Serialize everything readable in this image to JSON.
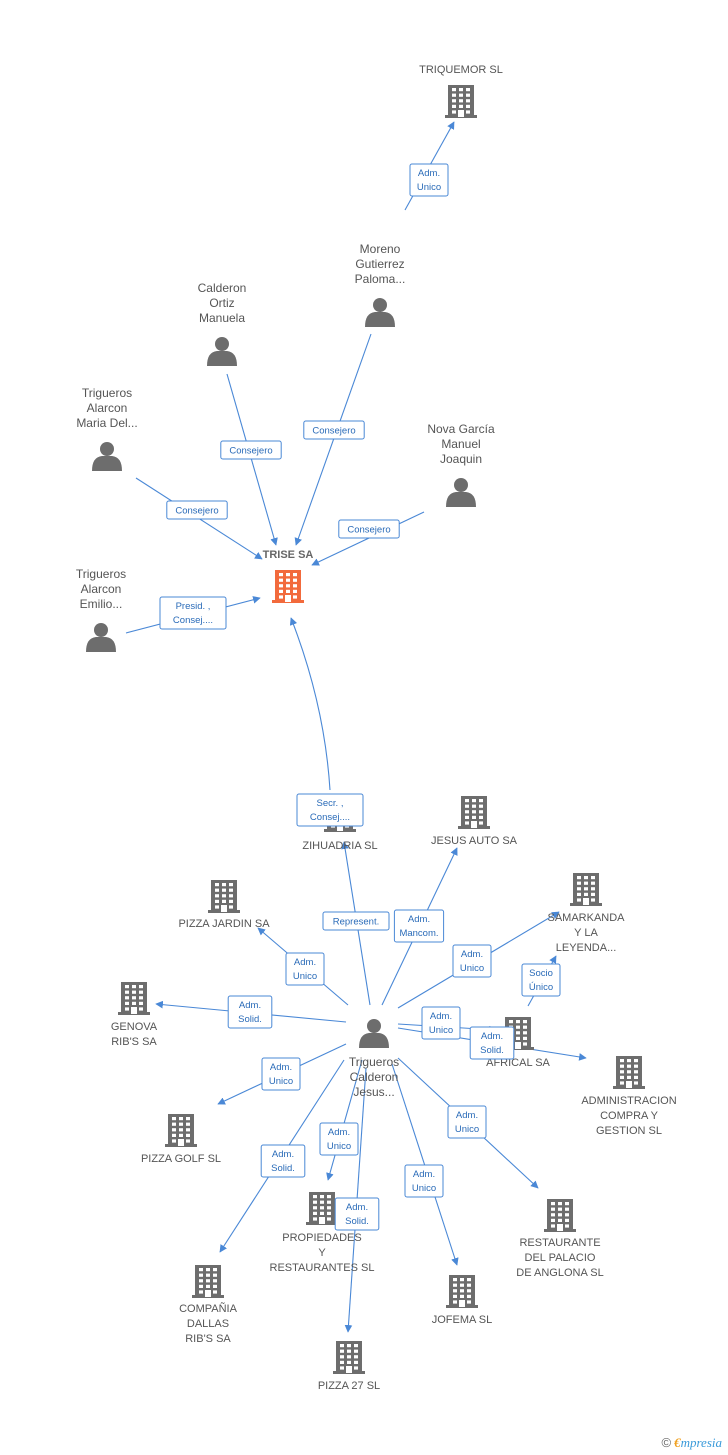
{
  "nodes": [
    {
      "id": "trise",
      "kind": "company",
      "focus": true,
      "label": [
        "TRISE SA"
      ],
      "color": "#f26a3c"
    },
    {
      "id": "triquemor",
      "kind": "company",
      "label": [
        "TRIQUEMOR SL"
      ]
    },
    {
      "id": "moreno",
      "kind": "person",
      "label": [
        "Moreno",
        "Gutierrez",
        "Paloma..."
      ]
    },
    {
      "id": "calderon",
      "kind": "person",
      "label": [
        "Calderon",
        "Ortiz",
        "Manuela"
      ]
    },
    {
      "id": "trig_maria",
      "kind": "person",
      "label": [
        "Trigueros",
        "Alarcon",
        "Maria Del..."
      ]
    },
    {
      "id": "nova",
      "kind": "person",
      "label": [
        "Nova García",
        "Manuel",
        "Joaquin"
      ]
    },
    {
      "id": "trig_emilio",
      "kind": "person",
      "label": [
        "Trigueros",
        "Alarcon",
        "Emilio..."
      ]
    },
    {
      "id": "jesus",
      "kind": "person",
      "label": [
        "Trigueros",
        "Calderon",
        "Jesus..."
      ]
    },
    {
      "id": "zihuadria",
      "kind": "company",
      "label": [
        "ZIHUADRIA  SL"
      ]
    },
    {
      "id": "jesus_auto",
      "kind": "company",
      "label": [
        "JESUS AUTO SA"
      ]
    },
    {
      "id": "pizza_jardin",
      "kind": "company",
      "label": [
        "PIZZA JARDIN SA"
      ]
    },
    {
      "id": "samarkanda",
      "kind": "company",
      "label": [
        "SAMARKANDA",
        "Y LA",
        "LEYENDA..."
      ]
    },
    {
      "id": "genova",
      "kind": "company",
      "label": [
        "GENOVA",
        "RIB'S SA"
      ]
    },
    {
      "id": "africal",
      "kind": "company",
      "label": [
        "AFRICAL SA"
      ]
    },
    {
      "id": "admin_compra",
      "kind": "company",
      "label": [
        "ADMINISTRACION",
        "COMPRA Y",
        "GESTION SL"
      ]
    },
    {
      "id": "pizza_golf",
      "kind": "company",
      "label": [
        "PIZZA GOLF SL"
      ]
    },
    {
      "id": "propiedades",
      "kind": "company",
      "label": [
        "PROPIEDADES",
        "Y",
        "RESTAURANTES SL"
      ]
    },
    {
      "id": "restaurante",
      "kind": "company",
      "label": [
        "RESTAURANTE",
        "DEL PALACIO",
        "DE ANGLONA SL"
      ]
    },
    {
      "id": "compania",
      "kind": "company",
      "label": [
        "COMPAÑIA",
        "DALLAS",
        "RIB'S SA"
      ]
    },
    {
      "id": "jofema",
      "kind": "company",
      "label": [
        "JOFEMA SL"
      ]
    },
    {
      "id": "pizza27",
      "kind": "company",
      "label": [
        "PIZZA 27 SL"
      ]
    }
  ],
  "edges": [
    {
      "from": "moreno",
      "to": "triquemor",
      "label": [
        "Adm.",
        "Unico"
      ]
    },
    {
      "from": "calderon",
      "to": "trise",
      "label": [
        "Consejero"
      ]
    },
    {
      "from": "moreno",
      "to": "trise",
      "label": [
        "Consejero"
      ]
    },
    {
      "from": "trig_maria",
      "to": "trise",
      "label": [
        "Consejero"
      ]
    },
    {
      "from": "nova",
      "to": "trise",
      "label": [
        "Consejero"
      ]
    },
    {
      "from": "trig_emilio",
      "to": "trise",
      "label": [
        "Presid. ,",
        "Consej...."
      ]
    },
    {
      "from": "jesus",
      "to": "trise",
      "label": [
        "Secr. ,",
        "Consej...."
      ]
    },
    {
      "from": "jesus",
      "to": "zihuadria",
      "label": [
        "Represent."
      ]
    },
    {
      "from": "jesus",
      "to": "jesus_auto",
      "label": [
        "Adm.",
        "Mancom."
      ]
    },
    {
      "from": "jesus",
      "to": "pizza_jardin",
      "label": [
        "Adm.",
        "Unico"
      ]
    },
    {
      "from": "jesus",
      "to": "samarkanda",
      "label": [
        "Adm.",
        "Unico"
      ]
    },
    {
      "from": "africal",
      "to": "samarkanda",
      "label": [
        "Socio",
        "Único"
      ]
    },
    {
      "from": "jesus",
      "to": "genova",
      "label": [
        "Adm.",
        "Solid."
      ]
    },
    {
      "from": "jesus",
      "to": "africal",
      "label": [
        "Adm.",
        "Unico"
      ]
    },
    {
      "from": "jesus",
      "to": "admin_compra",
      "label": [
        "Adm.",
        "Solid."
      ]
    },
    {
      "from": "jesus",
      "to": "pizza_golf",
      "label": [
        "Adm.",
        "Unico"
      ]
    },
    {
      "from": "jesus",
      "to": "propiedades",
      "label": [
        "Adm.",
        "Unico"
      ]
    },
    {
      "from": "jesus",
      "to": "restaurante",
      "label": [
        "Adm.",
        "Unico"
      ]
    },
    {
      "from": "jesus",
      "to": "compania",
      "label": [
        "Adm.",
        "Solid."
      ]
    },
    {
      "from": "jesus",
      "to": "jofema",
      "label": [
        "Adm.",
        "Unico"
      ]
    },
    {
      "from": "jesus",
      "to": "pizza27",
      "label": [
        "Adm.",
        "Solid."
      ]
    }
  ],
  "footer": {
    "copyright": "©",
    "brand_initial": "€",
    "brand_rest": "mpresia"
  }
}
